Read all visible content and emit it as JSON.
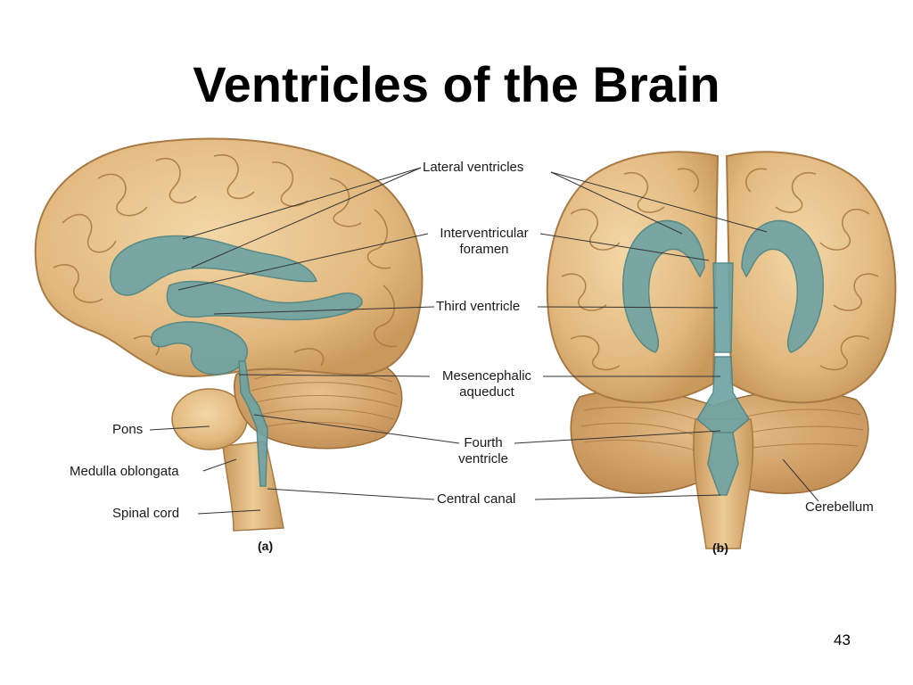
{
  "title": "Ventricles of the Brain",
  "labels": {
    "lateral_ventricles": "Lateral  ventricles",
    "interventricular_foramen_1": "Interventricular",
    "interventricular_foramen_2": "foramen",
    "third_ventricle": "Third ventricle",
    "mesencephalic_aqueduct_1": "Mesencephalic",
    "mesencephalic_aqueduct_2": "aqueduct",
    "fourth_ventricle_1": "Fourth",
    "fourth_ventricle_2": "ventricle",
    "central_canal": "Central canal",
    "pons": "Pons",
    "medulla_oblongata": "Medulla oblongata",
    "spinal_cord": "Spinal cord",
    "cerebellum": "Cerebellum"
  },
  "panels": {
    "a": "(a)",
    "b": "(b)"
  },
  "page_number": "43",
  "colors": {
    "brain": "#e6c08a",
    "brain_shade": "#c99a5e",
    "gyri_line": "#a9773f",
    "ventricle": "#6fa3a3",
    "ventricle_edge": "#4d8585",
    "cerebellum": "#d9a86c",
    "leader_line": "#333333"
  }
}
